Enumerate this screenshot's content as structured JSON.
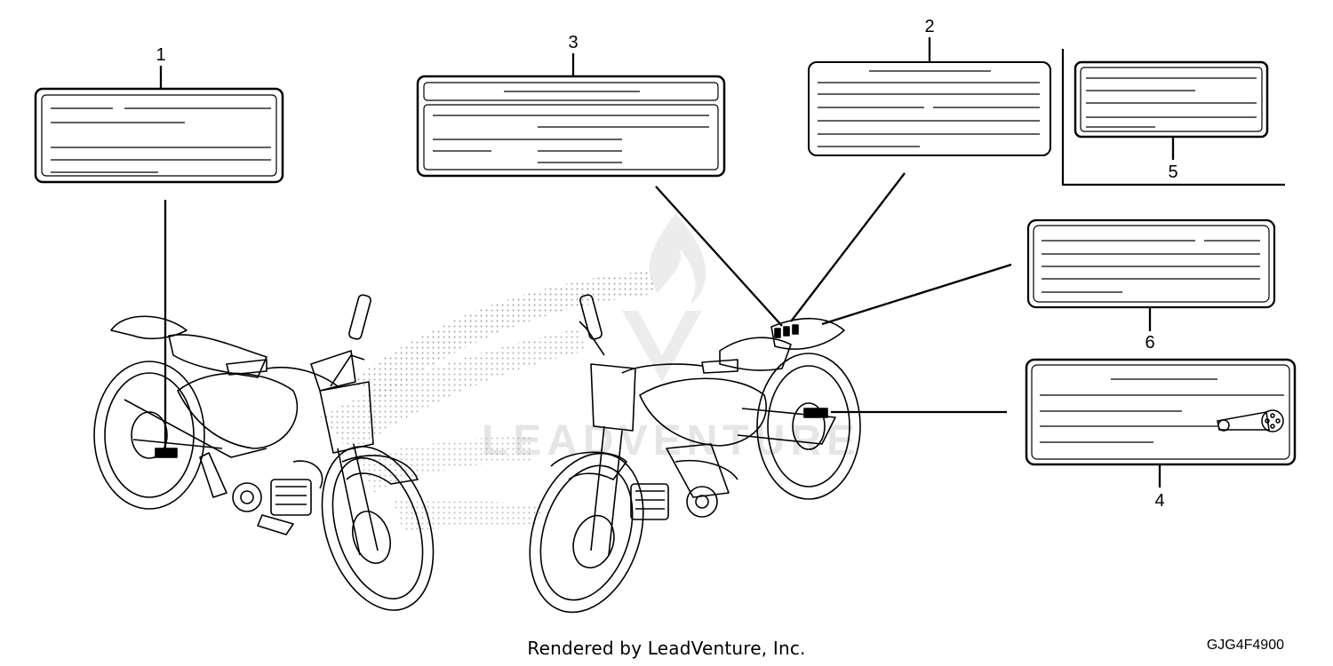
{
  "diagram": {
    "callouts": [
      {
        "id": 1,
        "label": "1"
      },
      {
        "id": 2,
        "label": "2"
      },
      {
        "id": 3,
        "label": "3"
      },
      {
        "id": 4,
        "label": "4"
      },
      {
        "id": 5,
        "label": "5"
      },
      {
        "id": 6,
        "label": "6"
      }
    ],
    "watermark": "LEADVENTURE",
    "watermark_color": "#e3e3e3",
    "line_color": "#000000"
  },
  "footer": {
    "credit": "Rendered by LeadVenture, Inc.",
    "part_code": "GJG4F4900"
  }
}
